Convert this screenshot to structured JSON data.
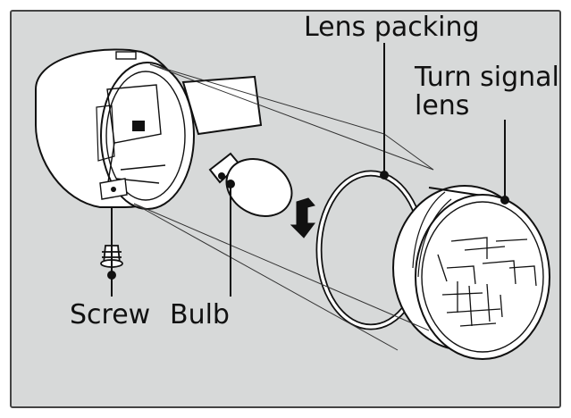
{
  "labels": {
    "lens_packing": "Lens packing",
    "turn_signal_line1": "Turn signal",
    "turn_signal_line2": "lens",
    "screw": "Screw",
    "bulb": "Bulb"
  },
  "colors": {
    "panel_bg": "#d7d9d9",
    "frame": "#444444",
    "ink": "#111111",
    "part_fill": "#ffffff"
  }
}
